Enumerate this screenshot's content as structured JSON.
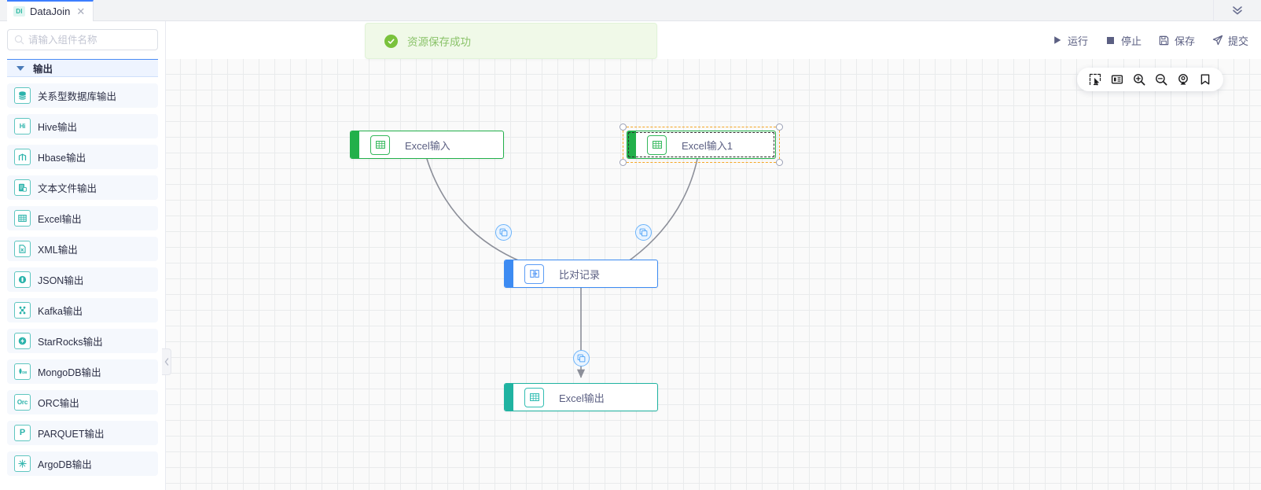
{
  "tab": {
    "badge": "DI",
    "title": "DataJoin",
    "close_icon": "close-icon",
    "collapse_icon": "double-chevron-down-icon"
  },
  "search": {
    "placeholder": "请输入组件名称",
    "value": "",
    "icon": "search-icon"
  },
  "sidebar": {
    "category": {
      "label": "输出",
      "expanded": true,
      "caret_icon": "caret-down-icon"
    },
    "collapse_handle_icon": "chevron-left-icon",
    "items": [
      {
        "label": "关系型数据库输出",
        "icon": "database-icon",
        "glyph": ""
      },
      {
        "label": "Hive输出",
        "icon": "hive-icon",
        "glyph": "Hi"
      },
      {
        "label": "Hbase输出",
        "icon": "hbase-icon",
        "glyph": ""
      },
      {
        "label": "文本文件输出",
        "icon": "text-file-icon",
        "glyph": ""
      },
      {
        "label": "Excel输出",
        "icon": "excel-icon",
        "glyph": ""
      },
      {
        "label": "XML输出",
        "icon": "xml-file-icon",
        "glyph": ""
      },
      {
        "label": "JSON输出",
        "icon": "json-icon",
        "glyph": ""
      },
      {
        "label": "Kafka输出",
        "icon": "kafka-icon",
        "glyph": ""
      },
      {
        "label": "StarRocks输出",
        "icon": "starrocks-icon",
        "glyph": ""
      },
      {
        "label": "MongoDB输出",
        "icon": "mongodb-icon",
        "glyph": "DB"
      },
      {
        "label": "ORC输出",
        "icon": "orc-icon",
        "glyph": "Orc"
      },
      {
        "label": "PARQUET输出",
        "icon": "parquet-icon",
        "glyph": "P"
      },
      {
        "label": "ArgoDB输出",
        "icon": "argodb-icon",
        "glyph": ""
      }
    ]
  },
  "actions": [
    {
      "label": "运行",
      "icon": "play-icon"
    },
    {
      "label": "停止",
      "icon": "stop-icon"
    },
    {
      "label": "保存",
      "icon": "save-icon"
    },
    {
      "label": "提交",
      "icon": "submit-icon"
    }
  ],
  "toast": {
    "message": "资源保存成功",
    "icon": "success-check-icon",
    "type": "success",
    "color": "#8bc36a",
    "background": "#f0f9e8"
  },
  "canvas_tools": [
    {
      "name": "select-box-tool",
      "icon": "marquee-select-icon"
    },
    {
      "name": "minimap-tool",
      "icon": "minimap-icon"
    },
    {
      "name": "zoom-in-tool",
      "icon": "zoom-in-icon"
    },
    {
      "name": "zoom-out-tool",
      "icon": "zoom-out-icon"
    },
    {
      "name": "fit-view-tool",
      "icon": "fit-view-icon"
    },
    {
      "name": "bookmark-tool",
      "icon": "bookmark-icon"
    }
  ],
  "flow": {
    "nodes": [
      {
        "id": "excel-in",
        "label": "Excel输入",
        "icon": "excel-table-icon",
        "accent": "#22b04a",
        "selected": false
      },
      {
        "id": "excel-in-1",
        "label": "Excel输入1",
        "icon": "excel-table-icon",
        "accent": "#22b04a",
        "selected": true
      },
      {
        "id": "compare",
        "label": "比对记录",
        "icon": "compare-records-icon",
        "accent": "#3d8bf2",
        "selected": false
      },
      {
        "id": "excel-out",
        "label": "Excel输出",
        "icon": "excel-table-icon",
        "accent": "#20b3a1",
        "selected": false
      }
    ],
    "edges": [
      {
        "from": "excel-in",
        "to": "compare",
        "button_icon": "copy-layers-icon"
      },
      {
        "from": "excel-in-1",
        "to": "compare",
        "button_icon": "copy-layers-icon"
      },
      {
        "from": "compare",
        "to": "excel-out",
        "button_icon": "copy-layers-icon"
      }
    ]
  }
}
